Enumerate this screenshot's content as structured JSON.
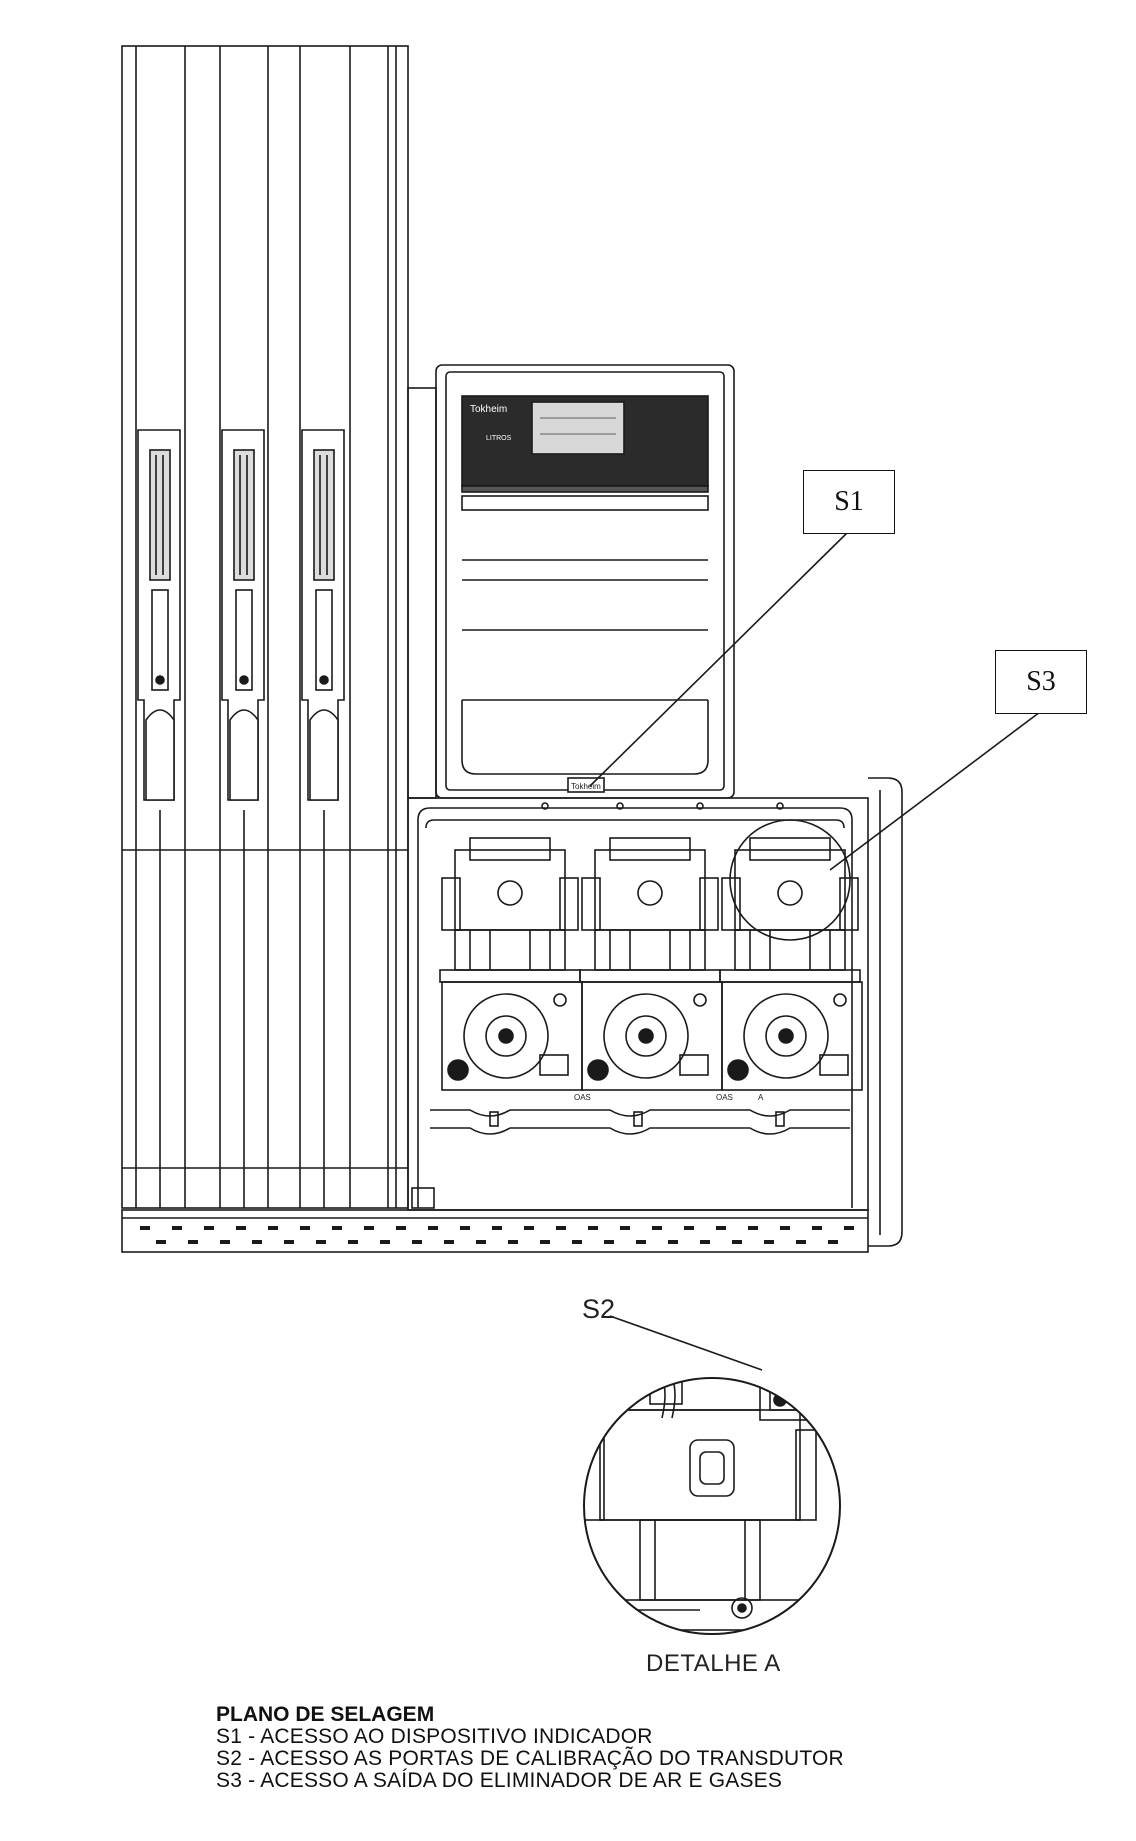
{
  "callouts": {
    "s1": "S1",
    "s2": "S2",
    "s3": "S3"
  },
  "panel": {
    "brand": "Tokheim",
    "badge_label": "Tokheim",
    "liters_label": "LITROS"
  },
  "detail": {
    "caption": "DETALHE A"
  },
  "legend": {
    "title": "PLANO DE SELAGEM",
    "items": [
      "S1 - ACESSO AO DISPOSITIVO INDICADOR",
      "S2 - ACESSO AS PORTAS DE CALIBRAÇÃO DO TRANSDUTOR",
      "S3 - ACESSO A SAÍDA DO ELIMINADOR DE AR E GASES"
    ]
  },
  "meter_labels": [
    "OAS",
    "OAS",
    "A"
  ],
  "colors": {
    "line": "#1a1a1a",
    "panel": "#2b2b2b",
    "paper": "#ffffff"
  }
}
